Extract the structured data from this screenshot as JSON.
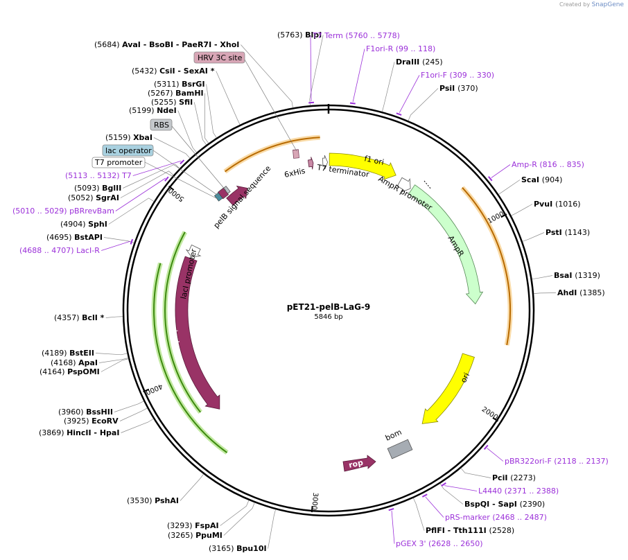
{
  "credit": {
    "prefix": "Created by",
    "brand": "SnapGene"
  },
  "plasmid": {
    "name": "pET21-pelB-LaG-9",
    "length_label": "5846 bp",
    "length_bp": 5846
  },
  "ticks": [
    {
      "bp": 1000,
      "label": "1000"
    },
    {
      "bp": 2000,
      "label": "2000"
    },
    {
      "bp": 3000,
      "label": "3000"
    },
    {
      "bp": 4000,
      "label": "4000"
    },
    {
      "bp": 5000,
      "label": "5000"
    }
  ],
  "sites": [
    {
      "name": "blpi",
      "text_pos": "(5763)",
      "text_name": "BlpI",
      "bp": 5763
    },
    {
      "name": "ava-bso-pae-xho",
      "text_pos": "(5684)",
      "text_name": "AvaI   - BsoBI   - PaeR7I   - XhoI",
      "bp": 5684
    },
    {
      "name": "csi-sexa",
      "text_pos": "(5432)",
      "text_name": "CsiI   - SexAI *",
      "bp": 5432
    },
    {
      "name": "bsrgi",
      "text_pos": "(5311)",
      "text_name": "BsrGI",
      "bp": 5311
    },
    {
      "name": "bamhi",
      "text_pos": "(5267)",
      "text_name": "BamHI",
      "bp": 5267
    },
    {
      "name": "sfii",
      "text_pos": "(5255)",
      "text_name": "SfiI",
      "bp": 5255
    },
    {
      "name": "ndei",
      "text_pos": "(5199)",
      "text_name": "NdeI",
      "bp": 5199
    },
    {
      "name": "xbai",
      "text_pos": "(5159)",
      "text_name": "XbaI",
      "bp": 5159
    },
    {
      "name": "bglii",
      "text_pos": "(5093)",
      "text_name": "BglII",
      "bp": 5093
    },
    {
      "name": "sgrai",
      "text_pos": "(5052)",
      "text_name": "SgrAI",
      "bp": 5052
    },
    {
      "name": "sphi",
      "text_pos": "(4904)",
      "text_name": "SphI",
      "bp": 4904
    },
    {
      "name": "bstapi",
      "text_pos": "(4695)",
      "text_name": "BstAPI",
      "bp": 4695
    },
    {
      "name": "bcli",
      "text_pos": "(4357)",
      "text_name": "BclI *",
      "bp": 4357
    },
    {
      "name": "bsteii",
      "text_pos": "(4189)",
      "text_name": "BstEII",
      "bp": 4189
    },
    {
      "name": "apai",
      "text_pos": "(4168)",
      "text_name": "ApaI",
      "bp": 4168
    },
    {
      "name": "psp-omi",
      "text_pos": "(4164)",
      "text_name": "PspOMI",
      "bp": 4164
    },
    {
      "name": "bsshii",
      "text_pos": "(3960)",
      "text_name": "BssHII",
      "bp": 3960
    },
    {
      "name": "ecorv",
      "text_pos": "(3925)",
      "text_name": "EcoRV",
      "bp": 3925
    },
    {
      "name": "hincii-hpai",
      "text_pos": "(3869)",
      "text_name": "HincII   - HpaI",
      "bp": 3869
    },
    {
      "name": "pshai",
      "text_pos": "(3530)",
      "text_name": "PshAI",
      "bp": 3530
    },
    {
      "name": "fspai",
      "text_pos": "(3293)",
      "text_name": "FspAI",
      "bp": 3293
    },
    {
      "name": "ppumi",
      "text_pos": "(3265)",
      "text_name": "PpuMI",
      "bp": 3265
    },
    {
      "name": "bpu10i",
      "text_pos": "(3165)",
      "text_name": "Bpu10I",
      "bp": 3165
    },
    {
      "name": "draiii",
      "text_name": "DraIII",
      "text_pos": "(245)",
      "bp": 245
    },
    {
      "name": "psii",
      "text_name": "PsiI",
      "text_pos": "(370)",
      "bp": 370
    },
    {
      "name": "scai",
      "text_name": "ScaI",
      "text_pos": "(904)",
      "bp": 904
    },
    {
      "name": "pvui",
      "text_name": "PvuI",
      "text_pos": "(1016)",
      "bp": 1016
    },
    {
      "name": "psti",
      "text_name": "PstI",
      "text_pos": "(1143)",
      "bp": 1143
    },
    {
      "name": "bsai",
      "text_name": "BsaI",
      "text_pos": "(1319)",
      "bp": 1319
    },
    {
      "name": "ahdi",
      "text_name": "AhdI",
      "text_pos": "(1385)",
      "bp": 1385
    },
    {
      "name": "pcii",
      "text_name": "PciI",
      "text_pos": "(2273)",
      "bp": 2273
    },
    {
      "name": "bspqi-sapi",
      "text_name": "BspQI   - SapI",
      "text_pos": "(2390)",
      "bp": 2390
    },
    {
      "name": "pflfi-tth",
      "text_name": "PflFI   - Tth111I",
      "text_pos": "(2528)",
      "bp": 2528
    }
  ],
  "primers": [
    {
      "name": "t7-term",
      "text_name": "T7 Term",
      "text_pos": "(5760 .. 5778)",
      "bp": 5769
    },
    {
      "name": "f1ori-r",
      "text_name": "F1ori-R",
      "text_pos": "(99 .. 118)",
      "bp": 108
    },
    {
      "name": "f1ori-f",
      "text_name": "F1ori-F",
      "text_pos": "(309 .. 330)",
      "bp": 320
    },
    {
      "name": "amp-r",
      "text_name": "Amp-R",
      "text_pos": "(816 .. 835)",
      "bp": 825
    },
    {
      "name": "pbr322ori-f",
      "text_name": "pBR322ori-F",
      "text_pos": "(2118 .. 2137)",
      "bp": 2127
    },
    {
      "name": "l4440",
      "text_name": "L4440",
      "text_pos": "(2371 .. 2388)",
      "bp": 2379
    },
    {
      "name": "prs-marker",
      "text_name": "pRS-marker",
      "text_pos": "(2468 .. 2487)",
      "bp": 2477
    },
    {
      "name": "pgex-3",
      "text_name": "pGEX 3'",
      "text_pos": "(2628 .. 2650)",
      "bp": 2639
    },
    {
      "name": "t7",
      "text_name": "T7",
      "text_pos": "(5113 .. 5132)",
      "bp": 5122
    },
    {
      "name": "pbrrevbam",
      "text_name": "pBRrevBam",
      "text_pos": "(5010 .. 5029)",
      "bp": 5019
    },
    {
      "name": "laci-r",
      "text_name": "LacI-R",
      "text_pos": "(4688 .. 4707)",
      "bp": 4697
    }
  ],
  "features": {
    "f1_ori": "f1 ori",
    "ampr_promoter": "AmpR promoter",
    "ampr": "AmpR",
    "ori": "ori",
    "bom": "bom",
    "rop": "rop",
    "laci": "lacI",
    "laci_promoter": "lacI promoter",
    "pelb": "pelB signal sequence",
    "his": "6xHis",
    "t7_terminator": "T7 terminator",
    "hrv": "HRV 3C site",
    "rbs": "RBS",
    "lac_operator": "lac operator",
    "t7_promoter": "T7 promoter"
  },
  "colors": {
    "f1_ori": "#ffff00",
    "ampr": "#ccffcc",
    "laci": "#993366",
    "rop": "#993366",
    "bom": "#a6acb3",
    "orange_orf": "#f5a623",
    "green_orf": "#66bb22",
    "hrv": "#d8a6b6",
    "rbs": "#c4c8cc",
    "lac_operator": "#a9d1e0",
    "primer": "#9b30d9"
  }
}
